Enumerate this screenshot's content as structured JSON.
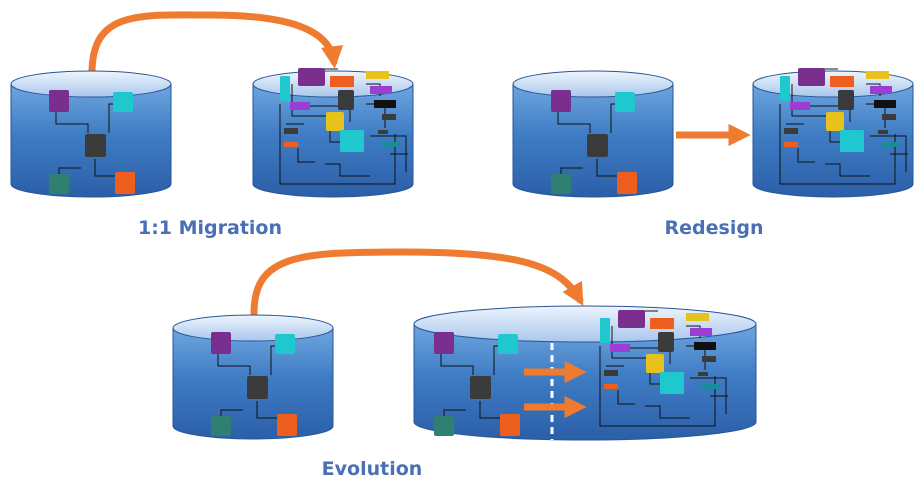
{
  "labels": {
    "migration": "1:1 Migration",
    "redesign": "Redesign",
    "evolution": "Evolution"
  },
  "colors": {
    "arrow": "#ee7b30",
    "label": "#4a6fb5",
    "cylinder_top": "#bcd3ef",
    "cylinder_body": "#3f7cc4",
    "cylinder_dark": "#28589b",
    "purple": "#7a2e8e",
    "cyan": "#1fc7cf",
    "dark": "#3b3b3b",
    "teal": "#2f8070",
    "orange": "#ee5e1e",
    "yellow": "#e8c21c",
    "violet": "#9b3fd4",
    "black": "#111111",
    "teal_small": "#1b8c9a"
  }
}
